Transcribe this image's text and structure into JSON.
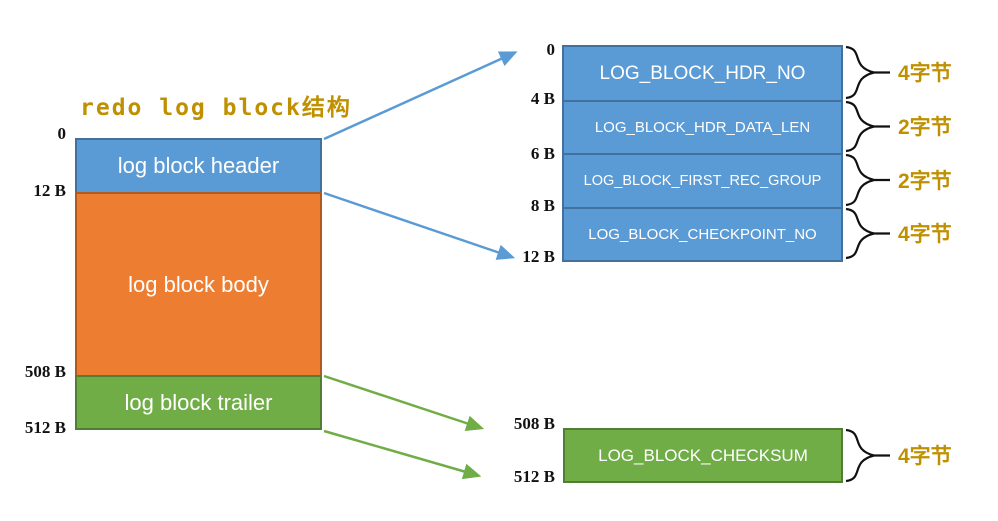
{
  "title": "redo log block结构",
  "colors": {
    "header_fill": "#5B9BD5",
    "header_border": "#41719C",
    "body_fill": "#ED7D31",
    "body_border": "#AE5A21",
    "trailer_fill": "#70AD47",
    "trailer_border": "#507E32",
    "accent_gold": "#BF9000",
    "arrow_blue": "#5B9BD5",
    "arrow_green": "#70AD47",
    "brace_black": "#111111"
  },
  "overview": {
    "segments": [
      {
        "label": "log block header"
      },
      {
        "label": "log block body"
      },
      {
        "label": "log block trailer"
      }
    ],
    "offsets": [
      "0",
      "12 B",
      "508 B",
      "512 B"
    ]
  },
  "header_detail": {
    "rows": [
      {
        "field": "LOG_BLOCK_HDR_NO",
        "size": "4字节"
      },
      {
        "field": "LOG_BLOCK_HDR_DATA_LEN",
        "size": "2字节"
      },
      {
        "field": "LOG_BLOCK_FIRST_REC_GROUP",
        "size": "2字节"
      },
      {
        "field": "LOG_BLOCK_CHECKPOINT_NO",
        "size": "4字节"
      }
    ],
    "offsets": [
      "0",
      "4 B",
      "6 B",
      "8 B",
      "12 B"
    ]
  },
  "trailer_detail": {
    "field": "LOG_BLOCK_CHECKSUM",
    "size": "4字节",
    "offsets": [
      "508 B",
      "512 B"
    ]
  }
}
